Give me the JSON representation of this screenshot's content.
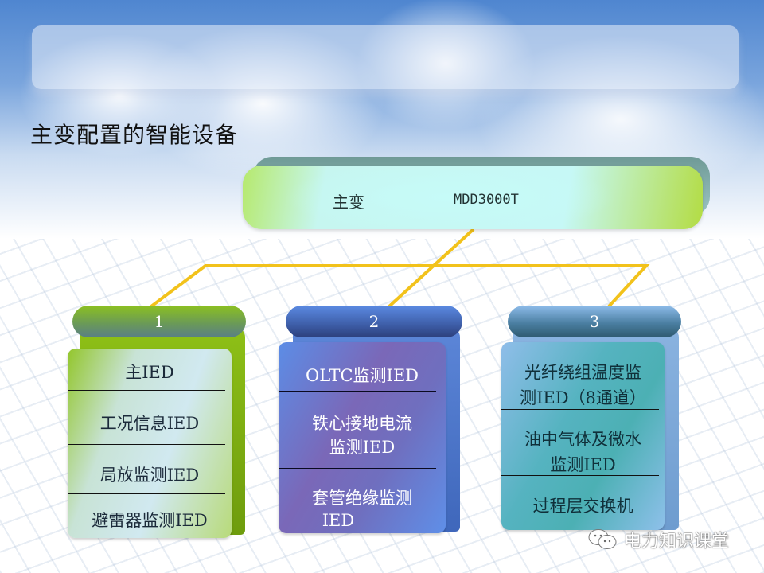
{
  "slide": {
    "title": "主变配置的智能设备"
  },
  "main_node": {
    "label": "主变",
    "model": "MDD3000T"
  },
  "groups": [
    {
      "number": "1",
      "color": "#8cc021",
      "items": [
        "主IED",
        "工况信息IED",
        "局放监测IED",
        "避雷器监测IED"
      ]
    },
    {
      "number": "2",
      "color": "#4a6fc4",
      "items": [
        "OLTC监测IED",
        "铁心接地电流",
        "监测IED",
        "套管绝缘监测",
        "IED"
      ]
    },
    {
      "number": "3",
      "color": "#5ab3c2",
      "items": [
        "光纤绕组温度监",
        "测IED（8通道）",
        "油中气体及微水",
        "监测IED",
        "过程层交换机"
      ]
    }
  ],
  "connector_color": "#f2c21b",
  "watermark": {
    "icon": "wechat-icon",
    "text": "电力知识课堂"
  }
}
